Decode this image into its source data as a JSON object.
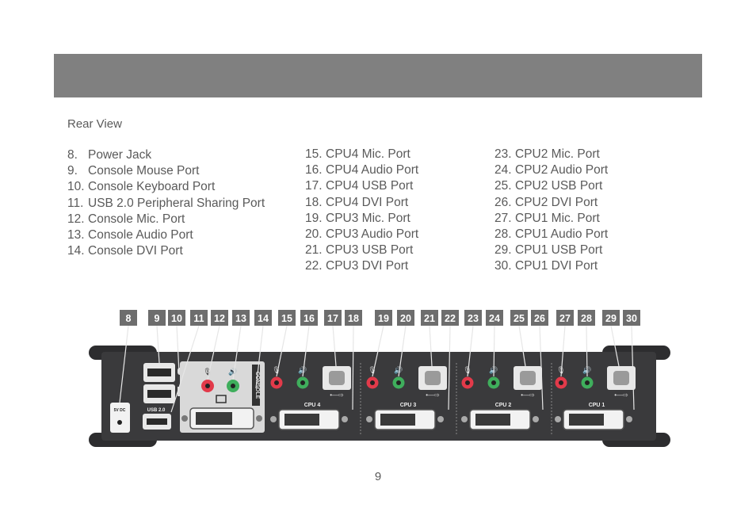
{
  "section_title": "Rear View",
  "page_number": "9",
  "columns": [
    {
      "items": [
        {
          "num": "8.",
          "label": "Power Jack"
        },
        {
          "num": "9.",
          "label": "Console Mouse Port"
        },
        {
          "num": "10.",
          "label": "Console Keyboard Port"
        },
        {
          "num": "11.",
          "label": "USB 2.0 Peripheral Sharing Port"
        },
        {
          "num": "12.",
          "label": "Console Mic. Port"
        },
        {
          "num": "13.",
          "label": "Console Audio Port"
        },
        {
          "num": "14.",
          "label": "Console DVI Port"
        }
      ]
    },
    {
      "items": [
        {
          "num": "15.",
          "label": "CPU4 Mic. Port"
        },
        {
          "num": "16.",
          "label": "CPU4 Audio Port"
        },
        {
          "num": "17.",
          "label": "CPU4 USB Port"
        },
        {
          "num": "18.",
          "label": "CPU4 DVI Port"
        },
        {
          "num": "19.",
          "label": "CPU3 Mic. Port"
        },
        {
          "num": "20.",
          "label": "CPU3 Audio Port"
        },
        {
          "num": "21.",
          "label": "CPU3 USB Port"
        },
        {
          "num": "22.",
          "label": "CPU3 DVI Port"
        }
      ]
    },
    {
      "items": [
        {
          "num": "23.",
          "label": "CPU2 Mic. Port"
        },
        {
          "num": "24.",
          "label": "CPU2 Audio Port"
        },
        {
          "num": "25.",
          "label": "CPU2 USB Port"
        },
        {
          "num": "26.",
          "label": "CPU2 DVI Port"
        },
        {
          "num": "27.",
          "label": "CPU1 Mic. Port"
        },
        {
          "num": "28.",
          "label": "CPU1 Audio Port"
        },
        {
          "num": "29.",
          "label": "CPU1 USB Port"
        },
        {
          "num": "30.",
          "label": "CPU1 DVI Port"
        }
      ]
    }
  ],
  "diagram": {
    "callouts": [
      "8",
      "9",
      "10",
      "11",
      "12",
      "13",
      "14",
      "15",
      "16",
      "17",
      "18",
      "19",
      "20",
      "21",
      "22",
      "23",
      "24",
      "25",
      "26",
      "27",
      "28",
      "29",
      "30"
    ],
    "usb_label": "USB 2.0",
    "console_label": "CONSOLE",
    "cpu_labels": [
      "CPU 4",
      "CPU 3",
      "CPU 2",
      "CPU 1"
    ],
    "power_label": "5V DC"
  },
  "colors": {
    "header_bar": "#808080",
    "panel": "#3a3a3c",
    "callout_bg": "#6d6d6d",
    "mic_port": "#e23a4a",
    "audio_port": "#3fae5c",
    "console_plate": "#d9d9d9"
  }
}
